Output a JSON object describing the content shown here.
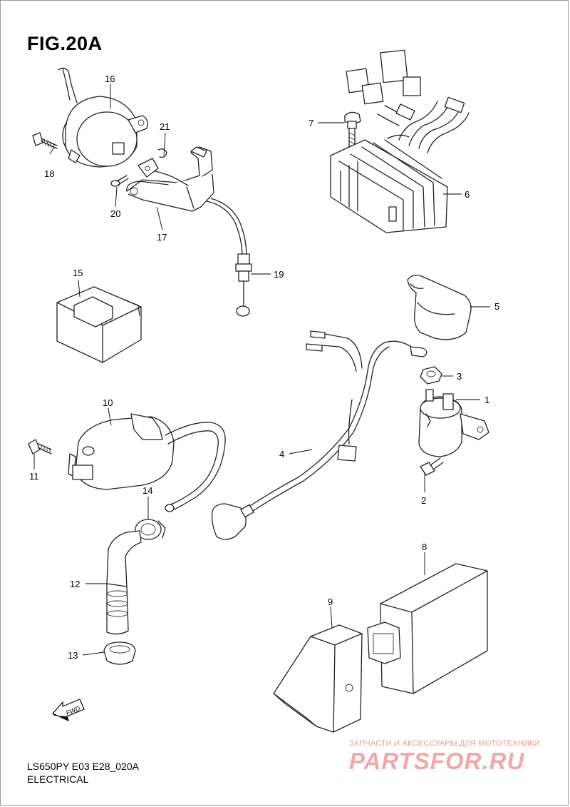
{
  "figure": {
    "title": "FIG.20A",
    "model_code": "LS650PY E03 E28_020A",
    "section_name": "ELECTRICAL"
  },
  "callouts": [
    "1",
    "2",
    "3",
    "4",
    "5",
    "6",
    "7",
    "8",
    "9",
    "10",
    "11",
    "12",
    "13",
    "14",
    "15",
    "16",
    "17",
    "18",
    "19",
    "20",
    "21"
  ],
  "fwd_arrow_label": "FWD",
  "watermark": {
    "tagline": "ЗАПЧАСТИ И АКСЕССУАРЫ ДЛЯ МОТОТЕХНИКИ",
    "brand": "PARTSFOR.RU"
  },
  "colors": {
    "line": "#222222",
    "watermark": "#f2a8a8"
  }
}
